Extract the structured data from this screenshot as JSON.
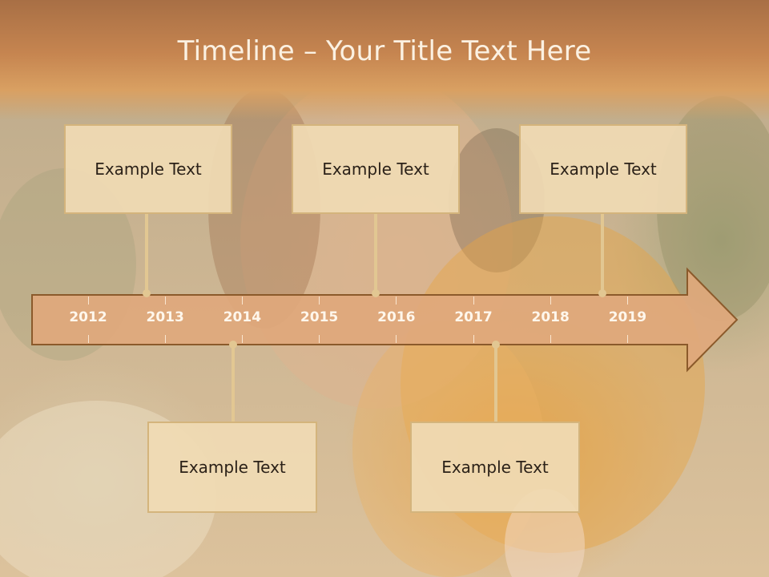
{
  "slide": {
    "title": "Timeline – Your Title Text Here"
  },
  "colors": {
    "header": "#c68550",
    "arrow_fill": "#e0a87c",
    "arrow_stroke": "#8b5a2b",
    "box_fill": "#f0dab4",
    "box_border": "#d4b47c",
    "connector": "#e2c792"
  },
  "timeline": {
    "years": [
      "2012",
      "2013",
      "2014",
      "2015",
      "2016",
      "2017",
      "2018",
      "2019"
    ],
    "events_top": [
      {
        "label": "Example Text"
      },
      {
        "label": "Example Text"
      },
      {
        "label": "Example Text"
      }
    ],
    "events_bottom": [
      {
        "label": "Example Text"
      },
      {
        "label": "Example Text"
      }
    ]
  }
}
